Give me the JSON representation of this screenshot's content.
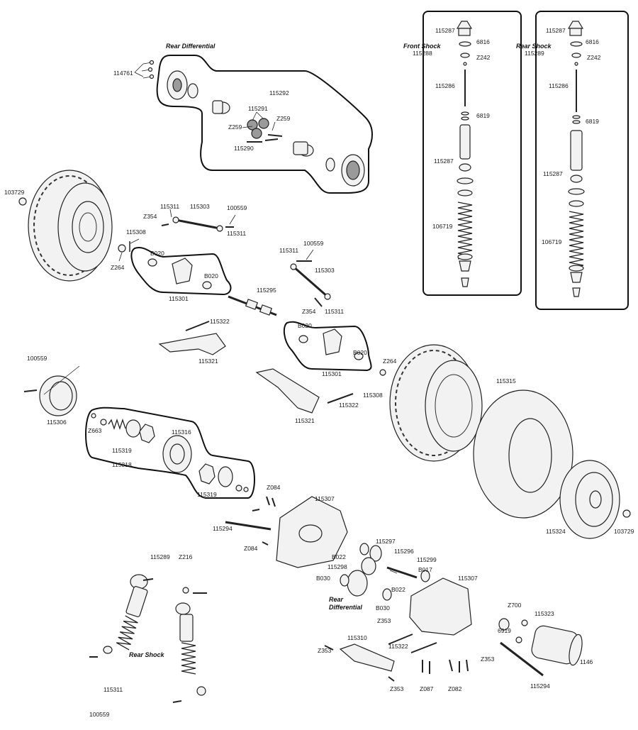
{
  "title_labels": {
    "rear_differential_top": "Rear Differential",
    "front_shock": "Front Shock",
    "rear_shock_top": "Rear Shock",
    "rear_shock_bottom": "Rear Shock",
    "rear_differential_bottom": "Rear\nDifferential"
  },
  "parts": {
    "p114761": "114761",
    "p115292": "115292",
    "p115291": "115291",
    "p_z259a": "Z259",
    "p_z259b": "Z259",
    "p115290": "115290",
    "p103729a": "103729",
    "p115311a": "115311",
    "p115303a": "115303",
    "p100559a": "100559",
    "p_z354a": "Z354",
    "p115311b": "115311",
    "p115308a": "115308",
    "p_b020a": "B020",
    "p_b020b": "B020",
    "p_z264a": "Z264",
    "p115301a": "115301",
    "p115295": "115295",
    "p115311c": "115311",
    "p100559b": "100559",
    "p115303b": "115303",
    "p_z354b": "Z354",
    "p115311d": "115311",
    "p115322a": "115322",
    "p115321a": "115321",
    "p_b020c": "B020",
    "p_b020d": "B020",
    "p115301b": "115301",
    "p_z264b": "Z264",
    "p115308b": "115308",
    "p115322b": "115322",
    "p115321b": "115321",
    "p100559c": "100559",
    "p115306": "115306",
    "p_z663": "Z663",
    "p115316": "115316",
    "p115319a": "115319",
    "p115318": "115318",
    "p115319b": "115319",
    "p115315": "115315",
    "p115324": "115324",
    "p103729b": "103729",
    "p_z084a": "Z084",
    "p115307a": "115307",
    "p115294a": "115294",
    "p_z084b": "Z084",
    "p115297": "115297",
    "p115296": "115296",
    "p115299": "115299",
    "p_b022a": "B022",
    "p_b017": "B017",
    "p115298": "115298",
    "p_b030a": "B030",
    "p_b022b": "B022",
    "p_b030b": "B030",
    "p115307b": "115307",
    "p_z700": "Z700",
    "p115323": "115323",
    "p6919": "6919",
    "p_z353a": "Z353",
    "p115322c": "115322",
    "p_z353b": "Z353",
    "p115310": "115310",
    "p_z353c": "Z353",
    "p_z353d": "Z353",
    "p_z087": "Z087",
    "p_z082": "Z082",
    "p1146": "1146",
    "p115294b": "115294",
    "p115289a": "115289",
    "p_z216": "Z216",
    "p115311e": "115311",
    "p100559d": "100559",
    "fs115287a": "115287",
    "fs6816": "6816",
    "fs115288": "115288",
    "fs_z242": "Z242",
    "fs115286": "115286",
    "fs6819": "6819",
    "fs115287b": "115287",
    "fs106719": "106719",
    "rs115287a": "115287",
    "rs6816": "6816",
    "rs115289": "115289",
    "rs_z242": "Z242",
    "rs115286": "115286",
    "rs6819": "6819",
    "rs115287b": "115287",
    "rs106719": "106719"
  }
}
